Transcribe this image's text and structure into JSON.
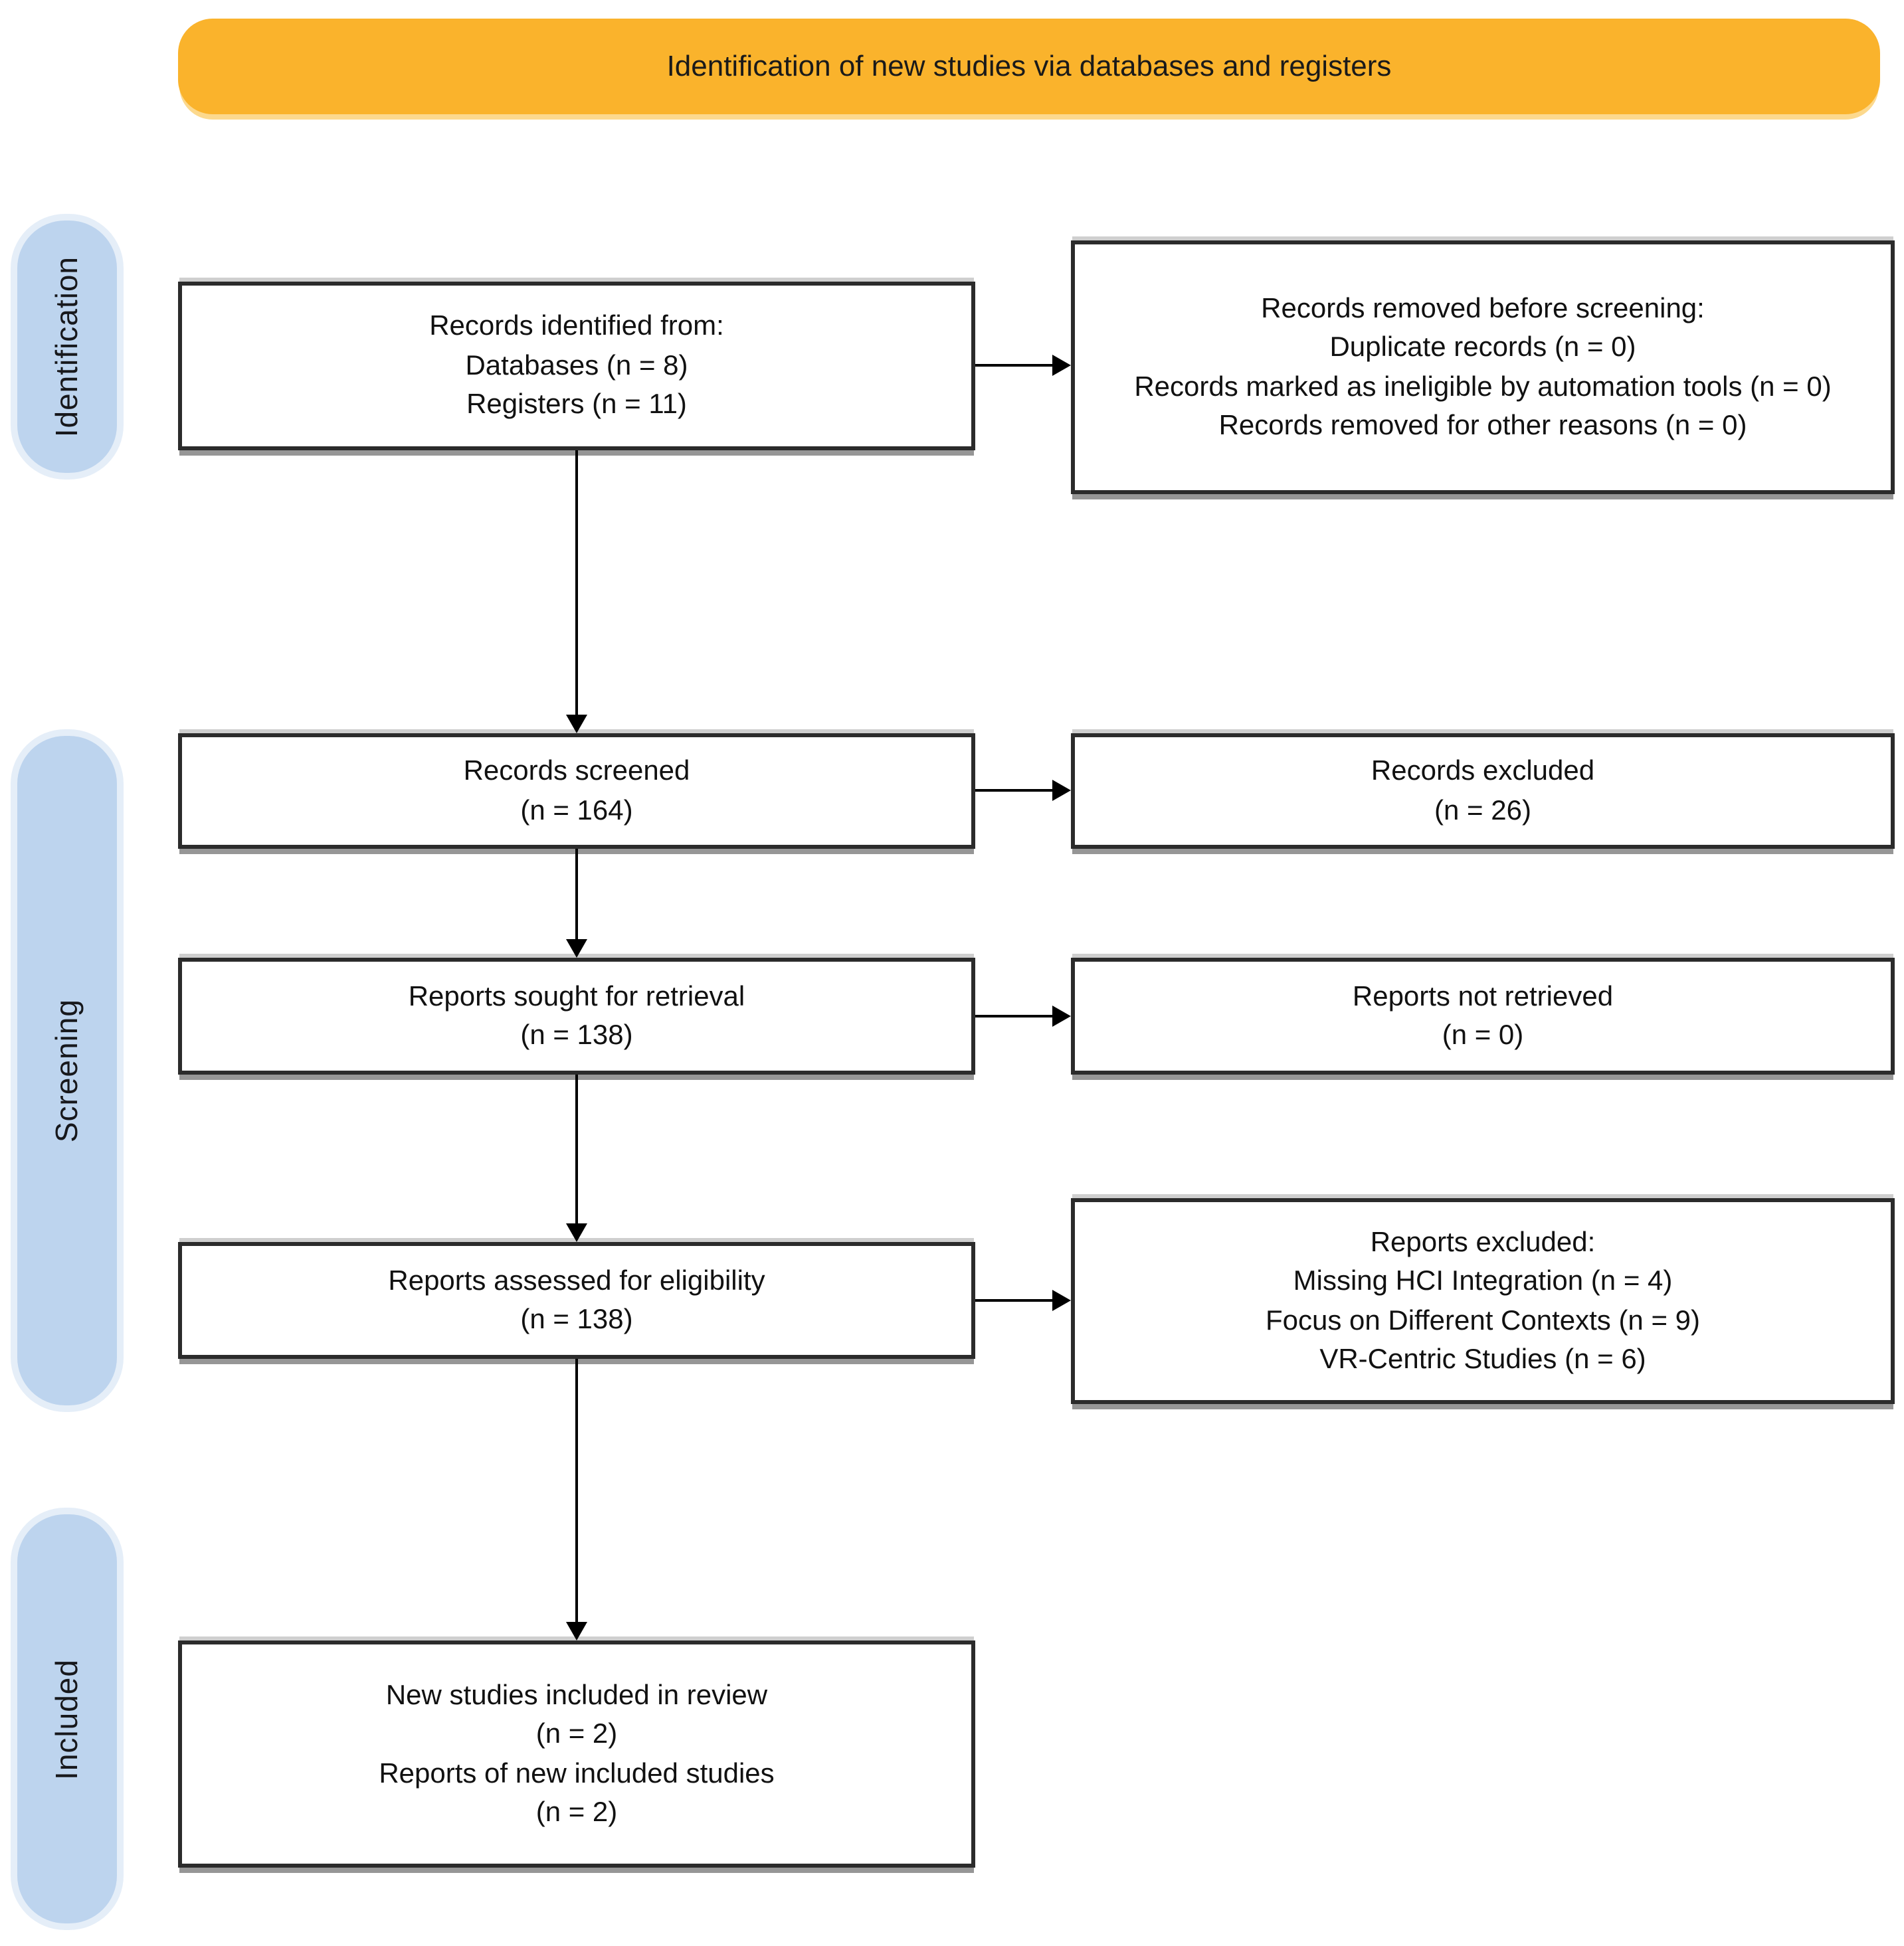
{
  "banner": {
    "label": "Identification of new studies via databases and registers"
  },
  "side_labels": {
    "identification": "Identification",
    "screening": "Screening",
    "included": "Included"
  },
  "colors": {
    "banner_bg": "#FAB32C",
    "stage_pill_bg": "#BDD4EE",
    "box_border": "#2B2B2B",
    "arrow": "#000000"
  },
  "boxes": {
    "records_identified": {
      "lines": [
        "Records identified from:",
        "Databases (n = 8)",
        "Registers (n = 11)"
      ]
    },
    "records_removed": {
      "lines": [
        "Records removed before screening:",
        "Duplicate records (n = 0)",
        "Records marked as ineligible by automation tools (n = 0)",
        "Records removed for other reasons (n = 0)"
      ]
    },
    "records_screened": {
      "lines": [
        "Records screened",
        "(n = 164)"
      ]
    },
    "records_excluded": {
      "lines": [
        "Records excluded",
        "(n = 26)"
      ]
    },
    "reports_sought": {
      "lines": [
        "Reports sought for retrieval",
        "(n = 138)"
      ]
    },
    "reports_not_retrieved": {
      "lines": [
        "Reports not retrieved",
        "(n = 0)"
      ]
    },
    "reports_assessed": {
      "lines": [
        "Reports assessed for eligibility",
        "(n = 138)"
      ]
    },
    "reports_excluded": {
      "lines": [
        "Reports excluded:",
        "Missing HCI Integration (n = 4)",
        "Focus on Different Contexts (n = 9)",
        "VR-Centric Studies (n = 6)"
      ]
    },
    "new_studies_included": {
      "lines": [
        "New studies included in review",
        "(n = 2)",
        "Reports of new included studies",
        "(n = 2)"
      ]
    }
  }
}
